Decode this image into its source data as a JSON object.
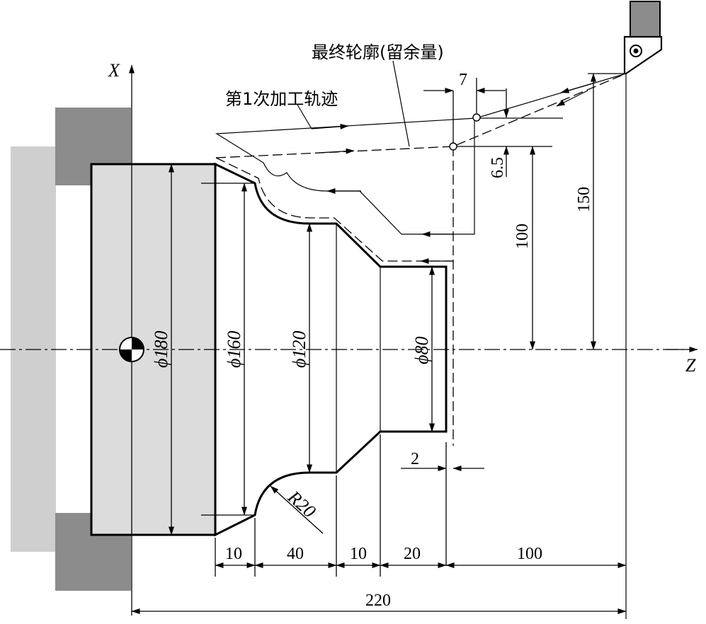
{
  "labels": {
    "axis_x": "X",
    "axis_z": "Z",
    "final_contour": "最终轮廓(留余量)",
    "first_pass": "第1次加工轨迹",
    "dim_7": "7",
    "dim_6_5": "6.5",
    "dim_100_x": "100",
    "dim_150": "150",
    "dim_2": "2",
    "radius": "R20",
    "phi180": "ϕ180",
    "phi160": "ϕ160",
    "phi120": "ϕ120",
    "phi80": "ϕ80",
    "seg_10a": "10",
    "seg_40": "40",
    "seg_10b": "10",
    "seg_20": "20",
    "seg_100": "100",
    "total_220": "220"
  },
  "colors": {
    "chuck_dark": "#8c8c8c",
    "chuck_light": "#cfcfcf",
    "stock_fill": "#dcdcdc",
    "tool_body": "#8c8c8c"
  }
}
